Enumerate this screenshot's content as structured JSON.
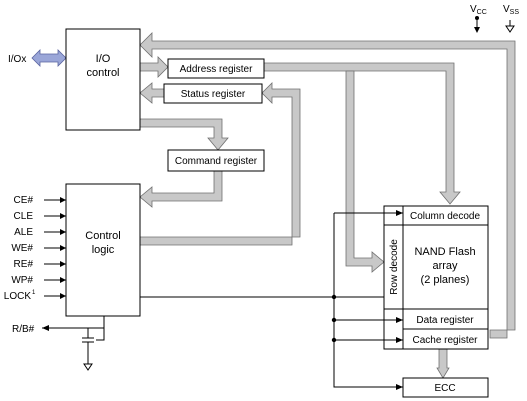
{
  "blocks": {
    "io_control": [
      "I/O",
      "control"
    ],
    "control_logic": [
      "Control",
      "logic"
    ],
    "address_register": "Address register",
    "status_register": "Status register",
    "command_register": "Command register",
    "column_decode": "Column decode",
    "row_decode": "Row decode",
    "nand_array": [
      "NAND Flash",
      "array",
      "(2 planes)"
    ],
    "data_register": "Data register",
    "cache_register": "Cache register",
    "ecc": "ECC"
  },
  "pins": {
    "io": "I/Ox",
    "inputs": [
      "CE#",
      "CLE",
      "ALE",
      "WE#",
      "RE#",
      "WP#",
      "LOCK"
    ],
    "lock_footnote": "1",
    "ready_busy": "R/B#"
  },
  "power": {
    "vcc_base": "V",
    "vcc_sub": "CC",
    "vss_base": "V",
    "vss_sub": "SS"
  },
  "colors": {
    "bus_fill": "#c8c8c8",
    "bus_stroke": "#707070",
    "line": "#000000",
    "io_arrow": "#9aa6d8"
  }
}
